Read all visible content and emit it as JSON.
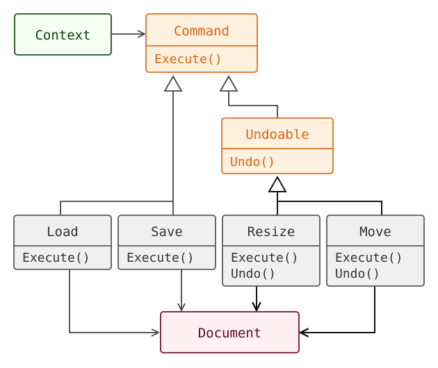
{
  "colors": {
    "context_border": "#1f4d1f",
    "context_fill": "#f4fff1",
    "context_text": "#0d3d0d",
    "interface_border": "#e07020",
    "interface_fill": "#fff1e0",
    "interface_text": "#d9640f",
    "concrete_border": "#5b5b5b",
    "concrete_fill": "#f0f0f0",
    "concrete_text": "#333333",
    "document_border": "#7a0f2e",
    "document_fill": "#fff0f4",
    "document_text": "#5a0a22",
    "line": "#444444",
    "line_dark": "#111111"
  },
  "classes": {
    "context": {
      "name": "Context"
    },
    "command": {
      "name": "Command",
      "members": [
        "Execute()"
      ]
    },
    "undoable": {
      "name": "Undoable",
      "members": [
        "Undo()"
      ]
    },
    "load": {
      "name": "Load",
      "members": [
        "Execute()"
      ]
    },
    "save": {
      "name": "Save",
      "members": [
        "Execute()"
      ]
    },
    "resize": {
      "name": "Resize",
      "members": [
        "Execute()",
        "Undo()"
      ]
    },
    "move": {
      "name": "Move",
      "members": [
        "Execute()",
        "Undo()"
      ]
    },
    "document": {
      "name": "Document"
    }
  }
}
